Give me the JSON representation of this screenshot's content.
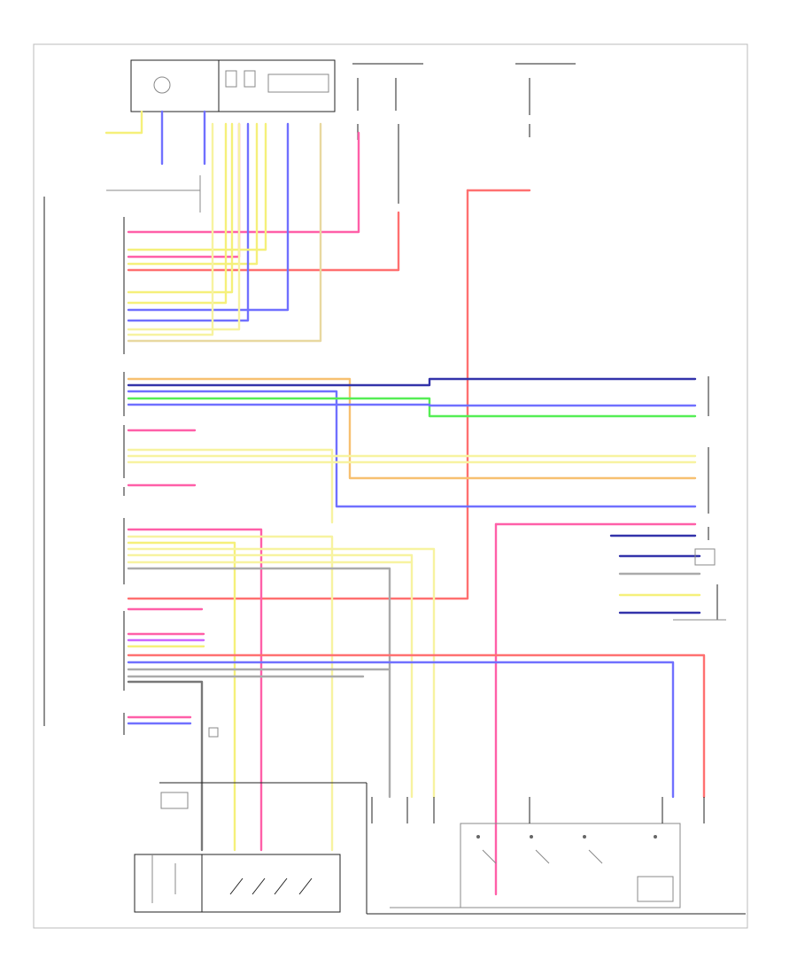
{
  "diagram": {
    "title": "",
    "page_label": "",
    "modules": [
      {
        "id": "top-fuse-box",
        "label": ""
      },
      {
        "id": "left-connector-block",
        "label": ""
      },
      {
        "id": "driver-seat-switch",
        "label": ""
      },
      {
        "id": "memory-seat-switch",
        "label": ""
      },
      {
        "id": "right-connector",
        "label": ""
      }
    ],
    "wire_colors": {
      "pink": "#ff5fa8",
      "red": "#ff7070",
      "yellow": "#f5f07a",
      "lightyellow": "#f7f3a0",
      "blue": "#7070ff",
      "navy": "#3333aa",
      "green": "#55ee55",
      "violet": "#cc66ff",
      "tan": "#e8d8a0",
      "gray": "#aaaaaa",
      "darkgray": "#777777"
    }
  }
}
